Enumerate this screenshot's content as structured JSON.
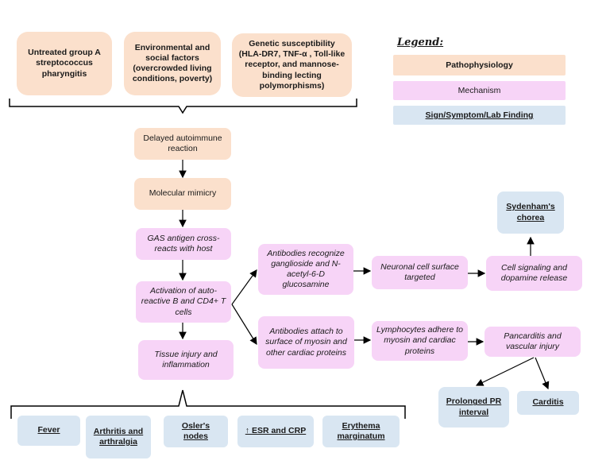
{
  "causes": {
    "strep": "Untreated group A streptococcus pharyngitis",
    "environment": "Environmental and social factors (overcrowded living conditions, poverty)",
    "genetic": "Genetic susceptibility (HLA-DR7, TNF-α , Toll-like receptor, and mannose-binding lecting polymorphisms)"
  },
  "legend": {
    "title": "Legend:",
    "pathophysiology": "Pathophysiology",
    "mechanism": "Mechanism",
    "sign": "Sign/Symptom/Lab Finding"
  },
  "flow": {
    "delayed": "Delayed autoimmune reaction",
    "mimicry": "Molecular mimicry",
    "gas_antigen": "GAS antigen cross-reacts with host",
    "activation": "Activation of auto-reactive B and CD4+ T cells",
    "tissue": "Tissue injury and inflammation",
    "antibodies_ganglioside": "Antibodies recognize ganglioside and N-acetyl-6-D glucosamine",
    "neuronal": "Neuronal cell surface targeted",
    "cell_signaling": "Cell signaling and dopamine release",
    "sydenham": "Sydenham's chorea",
    "antibodies_myosin": "Antibodies attach to surface of myosin and other cardiac proteins",
    "lymphocytes": "Lymphocytes adhere to myosin and cardiac proteins",
    "pancarditis": "Pancarditis and vascular injury",
    "prolonged_pr": "Prolonged PR interval",
    "carditis": "Carditis"
  },
  "findings": {
    "fever": "Fever",
    "arthritis": "Arthritis and arthralgia",
    "osler": "Osler's nodes",
    "esr": "↑ ESR and CRP",
    "erythema": "Erythema marginatum"
  },
  "colors": {
    "pathophysiology": "#fbe0cc",
    "mechanism": "#f7d4f7",
    "sign": "#d9e6f2"
  }
}
